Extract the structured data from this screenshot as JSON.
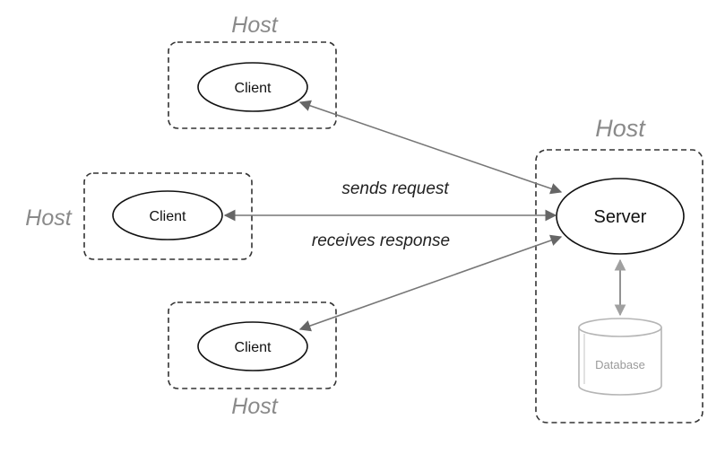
{
  "hosts": {
    "top": "Host",
    "middle": "Host",
    "bottom": "Host",
    "server": "Host"
  },
  "clients": {
    "top": "Client",
    "middle": "Client",
    "bottom": "Client"
  },
  "server": {
    "label": "Server"
  },
  "database": {
    "label": "Database"
  },
  "edges": {
    "request": "sends request",
    "response": "receives response"
  }
}
